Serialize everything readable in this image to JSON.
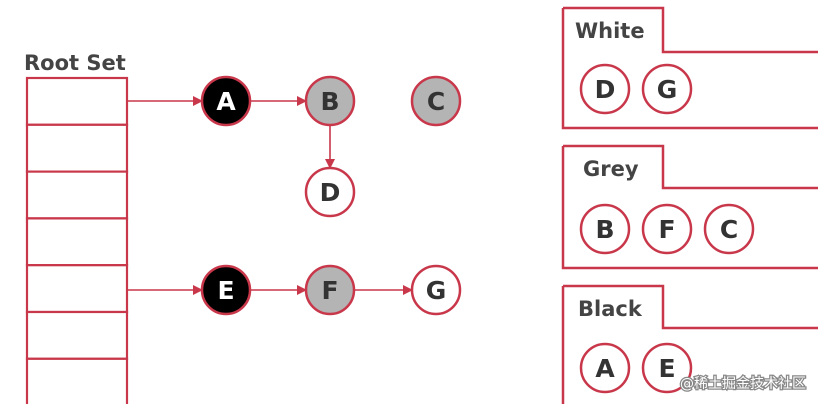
{
  "root_set": {
    "label": "Root Set",
    "slot_count": 7
  },
  "nodes": [
    {
      "id": "A",
      "label": "A",
      "color": "black"
    },
    {
      "id": "B",
      "label": "B",
      "color": "grey"
    },
    {
      "id": "C",
      "label": "C",
      "color": "grey"
    },
    {
      "id": "D",
      "label": "D",
      "color": "white"
    },
    {
      "id": "E",
      "label": "E",
      "color": "black"
    },
    {
      "id": "F",
      "label": "F",
      "color": "grey"
    },
    {
      "id": "G",
      "label": "G",
      "color": "white"
    }
  ],
  "edges": [
    {
      "from": "root-slot-0",
      "to": "A"
    },
    {
      "from": "A",
      "to": "B"
    },
    {
      "from": "B",
      "to": "D"
    },
    {
      "from": "root-slot-5",
      "to": "E"
    },
    {
      "from": "E",
      "to": "F"
    },
    {
      "from": "F",
      "to": "G"
    }
  ],
  "sets": {
    "white": {
      "label": "White",
      "members": [
        "D",
        "G"
      ]
    },
    "grey": {
      "label": "Grey",
      "members": [
        "B",
        "F",
        "C"
      ]
    },
    "black": {
      "label": "Black",
      "members": [
        "A",
        "E"
      ]
    }
  },
  "watermark": "@稀土掘金技术社区",
  "colors": {
    "stroke": "#c8374a",
    "black_fill": "#000000",
    "grey_fill": "#b4b4b4",
    "white_fill": "#ffffff",
    "text_dark": "#333333",
    "text_light": "#ffffff"
  }
}
